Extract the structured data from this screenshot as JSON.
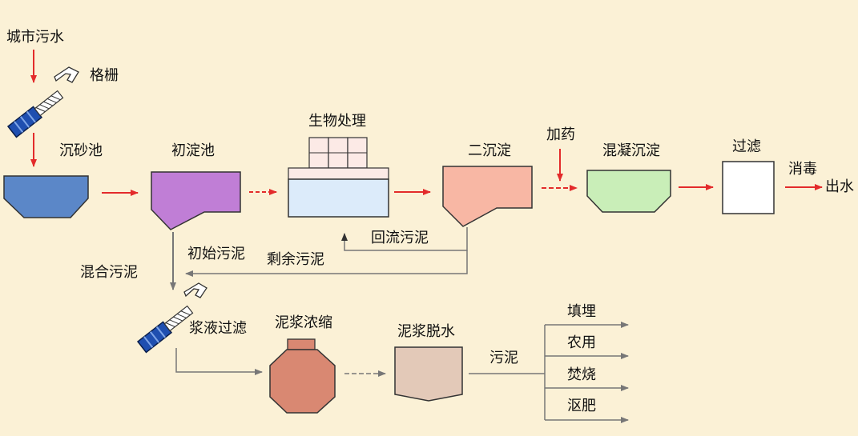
{
  "colors": {
    "background": "#FBF1D6",
    "red_arrow": "#E32B2B",
    "grey_line": "#777777",
    "grit_chamber": "#5B87C8",
    "primary_clarifier": "#C07ED6",
    "bio_tank": "#DCEBFA",
    "secondary_clarifier": "#F8B7A4",
    "coag_tank": "#C9EEB8",
    "filter": "#FFFFFF",
    "thickener": "#D98872",
    "dewater": "#E3C9B8",
    "screen_blue": "#1F4FB0"
  },
  "icons": [
    "screen-grate-icon",
    "slurry-screen-icon"
  ],
  "labels": {
    "influent": "城市污水",
    "screen": "格栅",
    "grit": "沉砂池",
    "primary": "初淀池",
    "bio": "生物处理",
    "secondary": "二沉淀",
    "chemicals": "加药",
    "coag": "混凝沉淀",
    "filter": "过滤",
    "disinfect": "消毒",
    "effluent": "出水",
    "return_sludge": "回流污泥",
    "excess_sludge": "剩余污泥",
    "primary_sludge": "初始污泥",
    "mixed_sludge": "混合污泥",
    "slurry_filter": "浆液过滤",
    "thickening": "泥浆浓缩",
    "dewatering": "泥浆脱水",
    "sludge": "污泥",
    "landfill": "填埋",
    "agriculture": "农用",
    "incineration": "焚烧",
    "compost": "沤肥"
  }
}
